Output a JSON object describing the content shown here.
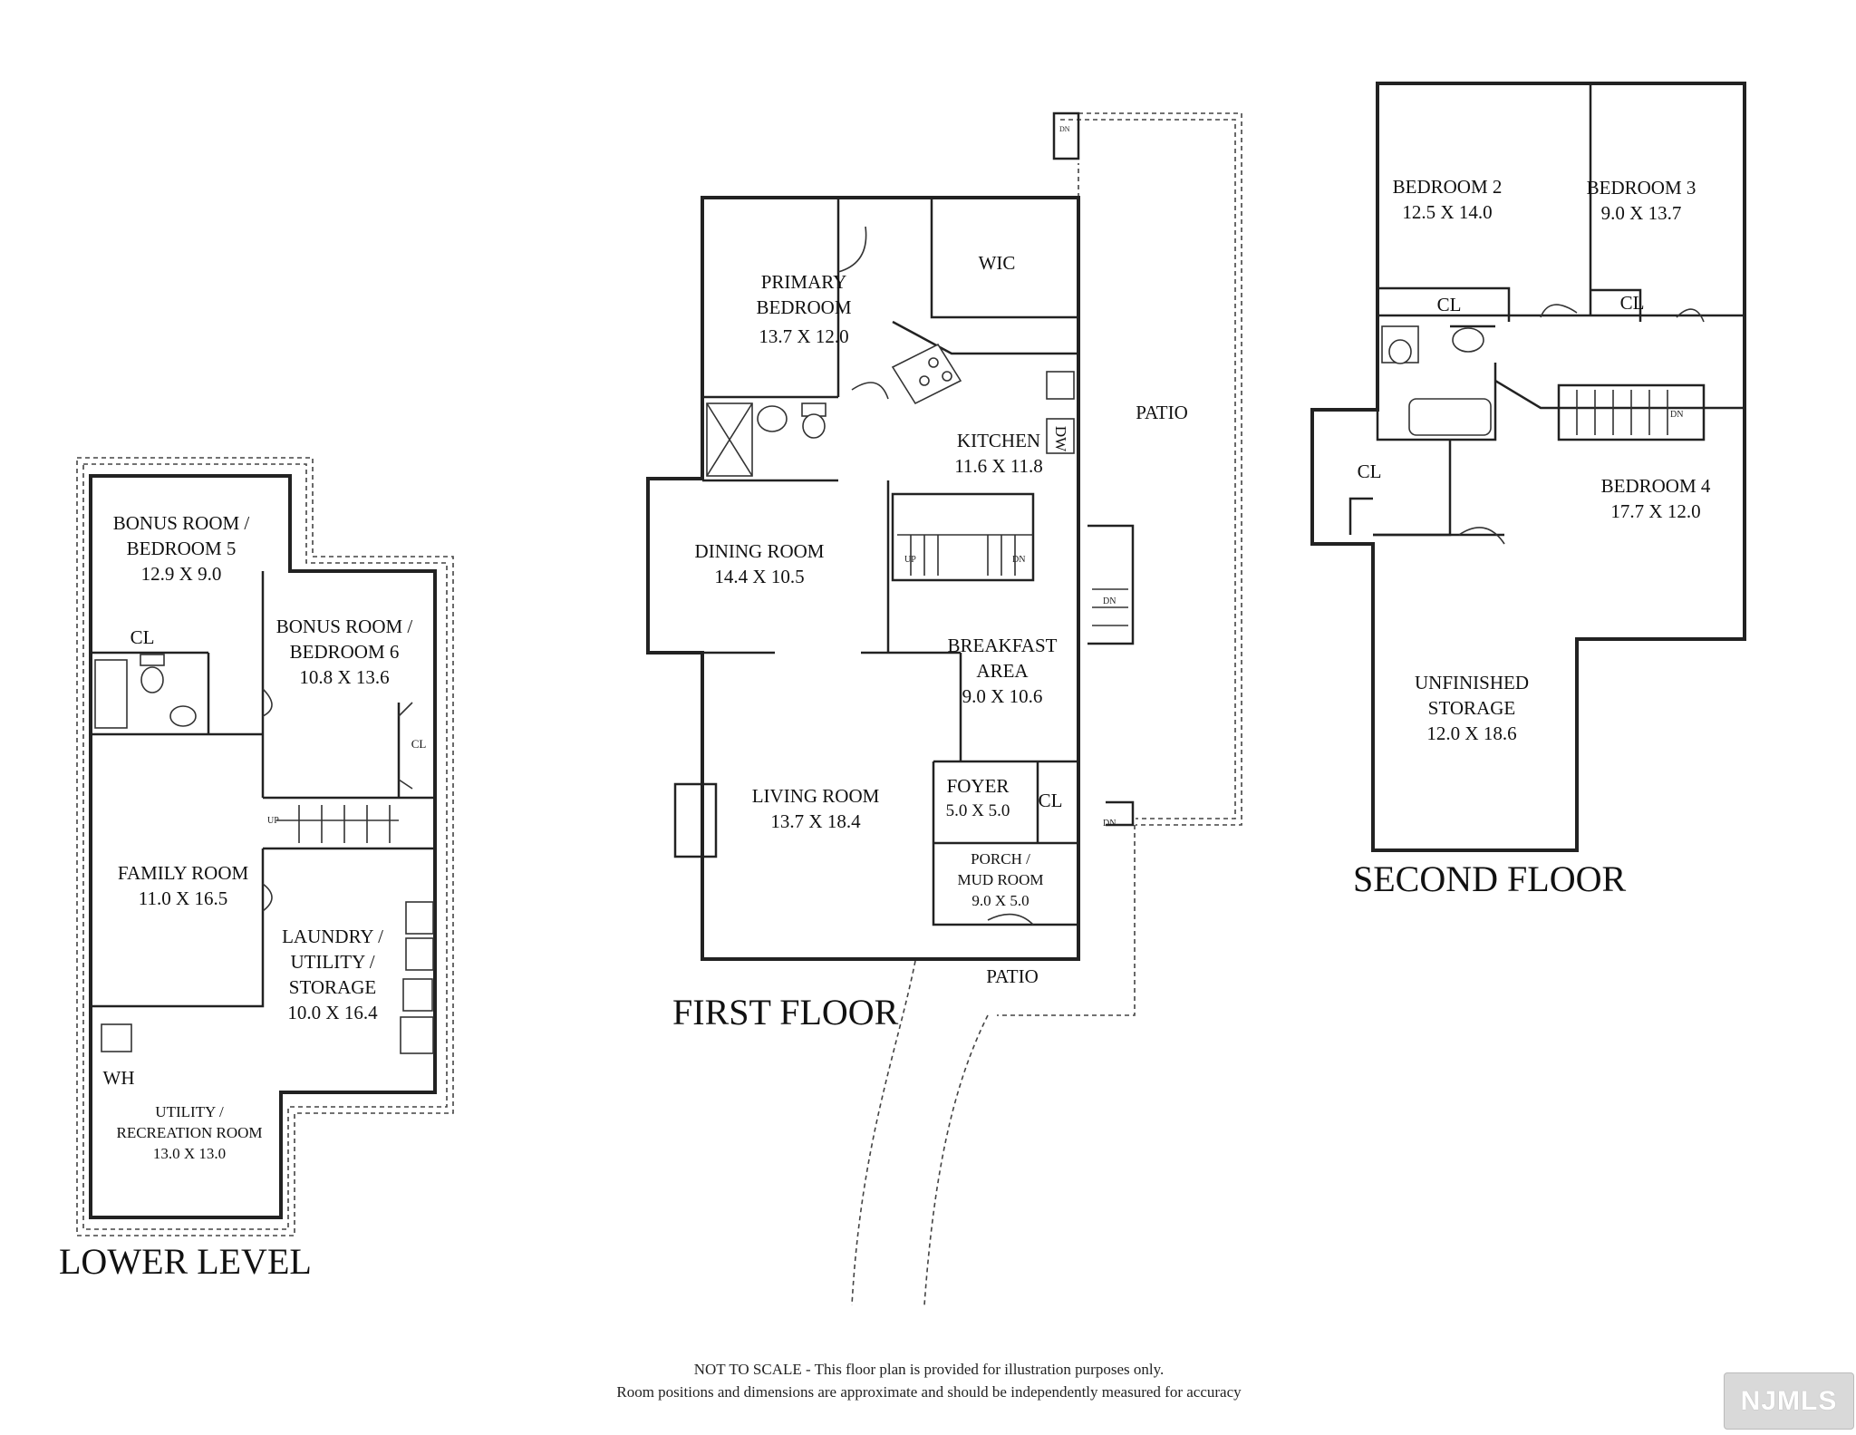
{
  "levels": {
    "lower": {
      "title": "LOWER LEVEL",
      "rooms": [
        {
          "name": "BONUS ROOM /\nBEDROOM 5",
          "dims": "12.9 X 9.0"
        },
        {
          "name": "BONUS ROOM /\nBEDROOM 6",
          "dims": "10.8 X 13.6"
        },
        {
          "name": "FAMILY ROOM",
          "dims": "11.0 X 16.5"
        },
        {
          "name": "LAUNDRY /\nUTILITY /\nSTORAGE",
          "dims": "10.0 X 16.4"
        },
        {
          "name": "UTILITY /\nRECREATION ROOM",
          "dims": "13.0 X 13.0"
        }
      ],
      "marks": {
        "cl_1": "CL",
        "cl_2": "CL",
        "wh": "WH",
        "up": "UP"
      }
    },
    "first": {
      "title": "FIRST FLOOR",
      "rooms": [
        {
          "name": "PRIMARY\nBEDROOM",
          "dims": "13.7 X 12.0"
        },
        {
          "name": "WIC",
          "dims": ""
        },
        {
          "name": "KITCHEN",
          "dims": "11.6 X 11.8"
        },
        {
          "name": "DINING ROOM",
          "dims": "14.4 X 10.5"
        },
        {
          "name": "BREAKFAST\nAREA",
          "dims": "9.0 X 10.6"
        },
        {
          "name": "LIVING ROOM",
          "dims": "13.7 X 18.4"
        },
        {
          "name": "FOYER",
          "dims": "5.0 X 5.0"
        },
        {
          "name": "PORCH /\nMUD ROOM",
          "dims": "9.0 X 5.0"
        }
      ],
      "marks": {
        "patio_1": "PATIO",
        "patio_2": "PATIO",
        "cl": "CL",
        "dw": "DW",
        "up": "UP",
        "dn_1": "DN",
        "dn_2": "DN",
        "dn_3": "DN",
        "dn_4": "DN"
      }
    },
    "second": {
      "title": "SECOND FLOOR",
      "rooms": [
        {
          "name": "BEDROOM 2",
          "dims": "12.5 X 14.0"
        },
        {
          "name": "BEDROOM 3",
          "dims": "9.0 X 13.7"
        },
        {
          "name": "BEDROOM 4",
          "dims": "17.7 X 12.0"
        },
        {
          "name": "UNFINISHED\nSTORAGE",
          "dims": "12.0 X 18.6"
        }
      ],
      "marks": {
        "cl_1": "CL",
        "cl_2": "CL",
        "cl_3": "CL",
        "dn": "DN"
      }
    }
  },
  "disclaimer": {
    "line1": "NOT TO SCALE - This floor plan is provided for illustration purposes only.",
    "line2": "Room positions and dimensions are approximate and should be independently measured for accuracy"
  },
  "logo": "NJMLS"
}
